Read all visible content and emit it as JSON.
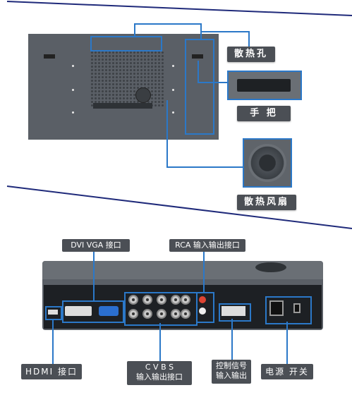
{
  "top_labels": {
    "vents": "散热孔",
    "handle": "手 把",
    "fan": "散热风扇"
  },
  "bottom_labels": {
    "dvi_vga": "DVI VGA 接口",
    "rca": "RCA 输入输出接口",
    "hdmi": "HDMI 接口",
    "cvbs_line1": "C V B S",
    "cvbs_line2": "输入输出接口",
    "control_line1": "控制信号",
    "control_line2": "输入输出",
    "power": "电源 开关"
  },
  "colors": {
    "accent": "#2b78c8",
    "panel": "#585d63",
    "label_bg": "#4b4f55"
  }
}
